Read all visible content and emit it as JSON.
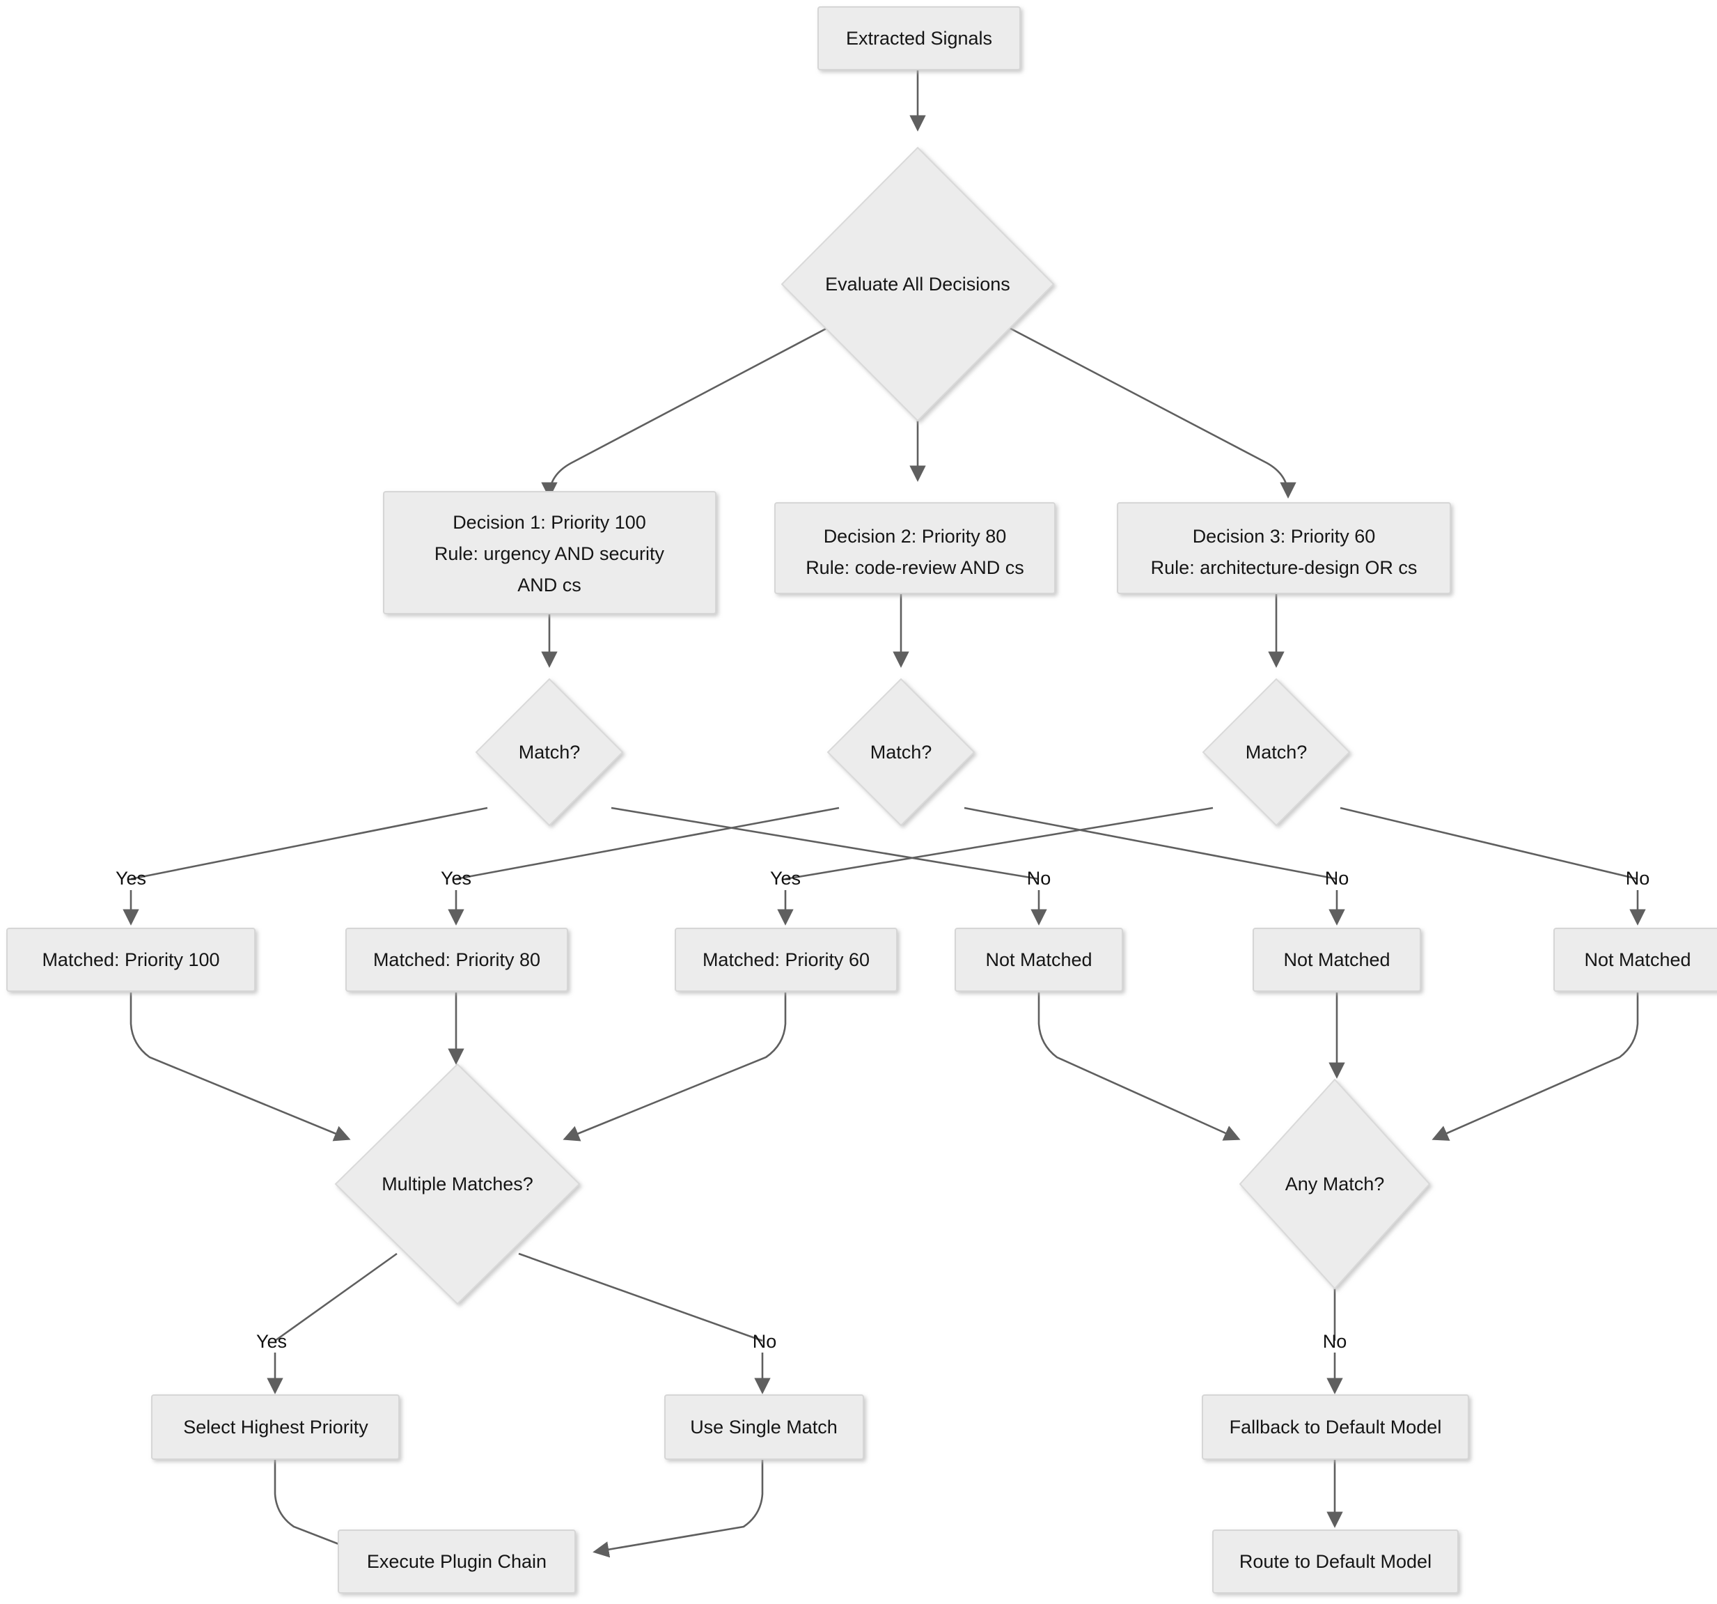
{
  "diagram": {
    "type": "flowchart",
    "title": "Decision Evaluation Routing Flowchart",
    "direction": "top-down",
    "theme": {
      "node_fill": "#ececec",
      "node_stroke": "#d6d6d6",
      "edge_stroke": "#5f5f5f",
      "text_color": "#151515",
      "background": "#ffffff"
    }
  },
  "nodes": {
    "start": {
      "label": "Extracted Signals",
      "shape": "rect"
    },
    "evaluate": {
      "label": "Evaluate All Decisions",
      "shape": "diamond"
    },
    "decision1": {
      "shape": "rect",
      "line1": "Decision 1: Priority 100",
      "line2": "Rule: urgency AND security",
      "line3": "AND cs"
    },
    "decision2": {
      "shape": "rect",
      "line1": "Decision 2: Priority 80",
      "line2": "Rule: code-review AND cs"
    },
    "decision3": {
      "shape": "rect",
      "line1": "Decision 3: Priority 60",
      "line2": "Rule: architecture-design OR cs"
    },
    "match1": {
      "label": "Match?",
      "shape": "diamond"
    },
    "match2": {
      "label": "Match?",
      "shape": "diamond"
    },
    "match3": {
      "label": "Match?",
      "shape": "diamond"
    },
    "matched100": {
      "label": "Matched: Priority 100",
      "shape": "rect"
    },
    "matched80": {
      "label": "Matched: Priority 80",
      "shape": "rect"
    },
    "matched60": {
      "label": "Matched: Priority 60",
      "shape": "rect"
    },
    "notmatched1": {
      "label": "Not Matched",
      "shape": "rect"
    },
    "notmatched2": {
      "label": "Not Matched",
      "shape": "rect"
    },
    "notmatched3": {
      "label": "Not Matched",
      "shape": "rect"
    },
    "multiple": {
      "label": "Multiple Matches?",
      "shape": "diamond"
    },
    "anymatch": {
      "label": "Any Match?",
      "shape": "diamond"
    },
    "selecthighest": {
      "label": "Select Highest Priority",
      "shape": "rect"
    },
    "usesingle": {
      "label": "Use Single Match",
      "shape": "rect"
    },
    "executeplugin": {
      "label": "Execute Plugin Chain",
      "shape": "rect"
    },
    "fallback": {
      "label": "Fallback to Default Model",
      "shape": "rect"
    },
    "routedefault": {
      "label": "Route to Default Model",
      "shape": "rect"
    }
  },
  "edge_labels": {
    "yes1": "Yes",
    "yes2": "Yes",
    "yes3": "Yes",
    "no1": "No",
    "no2": "No",
    "no3": "No",
    "multiple_yes": "Yes",
    "multiple_no": "No",
    "anymatch_no": "No"
  },
  "edges": [
    {
      "from": "start",
      "to": "evaluate",
      "label": ""
    },
    {
      "from": "evaluate",
      "to": "decision1",
      "label": ""
    },
    {
      "from": "evaluate",
      "to": "decision2",
      "label": ""
    },
    {
      "from": "evaluate",
      "to": "decision3",
      "label": ""
    },
    {
      "from": "decision1",
      "to": "match1",
      "label": ""
    },
    {
      "from": "decision2",
      "to": "match2",
      "label": ""
    },
    {
      "from": "decision3",
      "to": "match3",
      "label": ""
    },
    {
      "from": "match1",
      "to": "matched100",
      "label": "Yes"
    },
    {
      "from": "match1",
      "to": "notmatched1",
      "label": "No"
    },
    {
      "from": "match2",
      "to": "matched80",
      "label": "Yes"
    },
    {
      "from": "match2",
      "to": "notmatched2",
      "label": "No"
    },
    {
      "from": "match3",
      "to": "matched60",
      "label": "Yes"
    },
    {
      "from": "match3",
      "to": "notmatched3",
      "label": "No"
    },
    {
      "from": "matched100",
      "to": "multiple",
      "label": ""
    },
    {
      "from": "matched80",
      "to": "multiple",
      "label": ""
    },
    {
      "from": "matched60",
      "to": "multiple",
      "label": ""
    },
    {
      "from": "notmatched1",
      "to": "anymatch",
      "label": ""
    },
    {
      "from": "notmatched2",
      "to": "anymatch",
      "label": ""
    },
    {
      "from": "notmatched3",
      "to": "anymatch",
      "label": ""
    },
    {
      "from": "multiple",
      "to": "selecthighest",
      "label": "Yes"
    },
    {
      "from": "multiple",
      "to": "usesingle",
      "label": "No"
    },
    {
      "from": "selecthighest",
      "to": "executeplugin",
      "label": ""
    },
    {
      "from": "usesingle",
      "to": "executeplugin",
      "label": ""
    },
    {
      "from": "anymatch",
      "to": "fallback",
      "label": "No"
    },
    {
      "from": "fallback",
      "to": "routedefault",
      "label": ""
    }
  ]
}
